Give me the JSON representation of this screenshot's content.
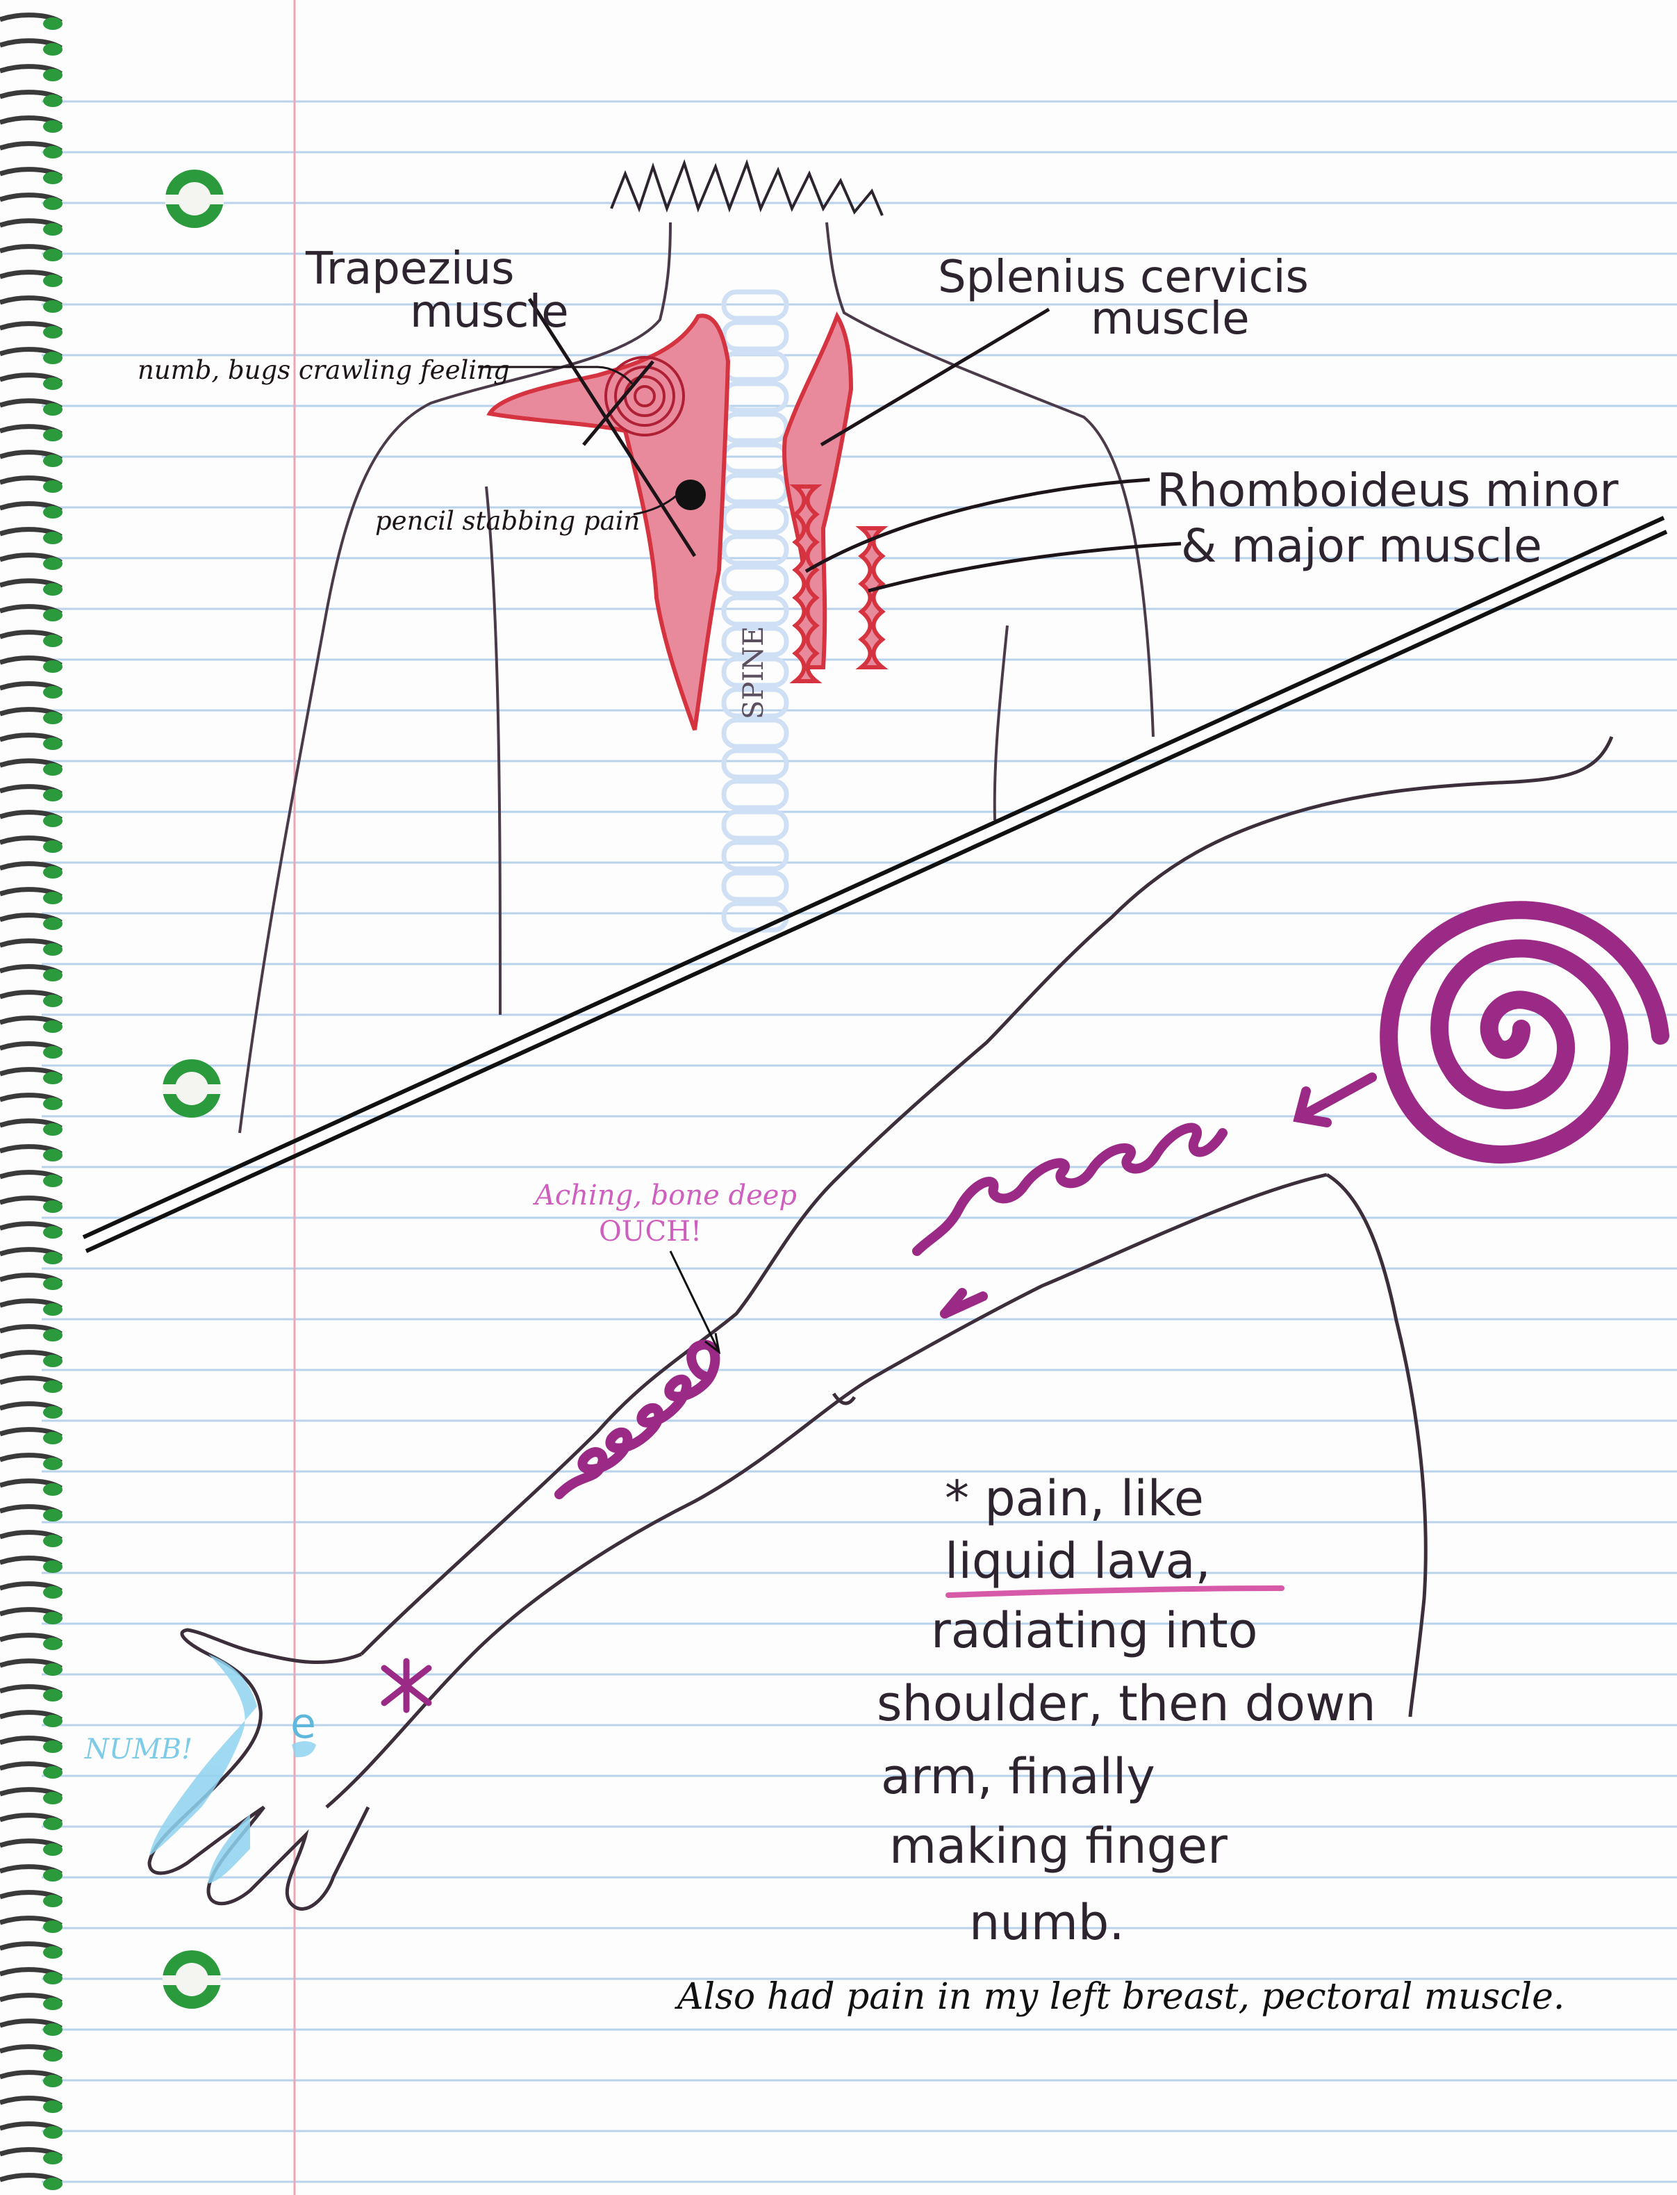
{
  "colors": {
    "paper": "#fdfdfd",
    "rule_line": "#b9d3ec",
    "margin_line": "#e8a8b4",
    "ink": "#2e2430",
    "muscle_fill": "#e98a9c",
    "muscle_outline": "#d4333f",
    "spine": "#cfe0f4",
    "spiral": "#9b2a86",
    "lava_underline": "#d65aa8",
    "aching_text": "#cf5fbf",
    "numb_text": "#7ecbe8",
    "numb_fill": "#8fd3f0",
    "ring_green": "#2a9a3c"
  },
  "labels": {
    "trapezius_line1": "Trapezius",
    "trapezius_line2": "muscle",
    "splenius_line1": "Splenius cervicis",
    "splenius_line2": "muscle",
    "rhomboideus_line1": "Rhomboideus minor",
    "rhomboideus_line2": "& major muscle",
    "numb_bugs": "numb, bugs crawling feeling",
    "pencil_pain": "pencil stabbing pain",
    "spine": "SPINE",
    "aching_line1": "Aching, bone deep",
    "aching_line2": "OUCH!",
    "numb": "NUMB!",
    "note_line1": "* pain, like",
    "note_line2": "liquid lava,",
    "note_line3": "radiating into",
    "note_line4": "shoulder, then down",
    "note_line5": "arm, finally",
    "note_line6": "making finger",
    "note_line7": "numb.",
    "footer": "Also had pain in my left breast, pectoral muscle."
  }
}
